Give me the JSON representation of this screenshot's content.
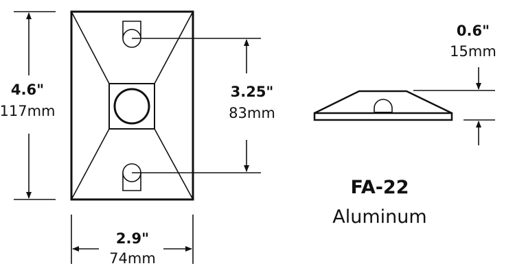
{
  "drawing": {
    "product": {
      "model": "FA-22",
      "material": "Aluminum"
    },
    "dimensions": {
      "overall_height": {
        "inches": "4.6\"",
        "mm": "117mm"
      },
      "hole_spacing": {
        "inches": "3.25\"",
        "mm": "83mm"
      },
      "overall_width": {
        "inches": "2.9\"",
        "mm": "74mm"
      },
      "depth": {
        "inches": "0.6\"",
        "mm": "15mm"
      }
    },
    "colors": {
      "line": "#111111",
      "background": "#ffffff"
    },
    "views": [
      "front-view",
      "side-view"
    ]
  }
}
